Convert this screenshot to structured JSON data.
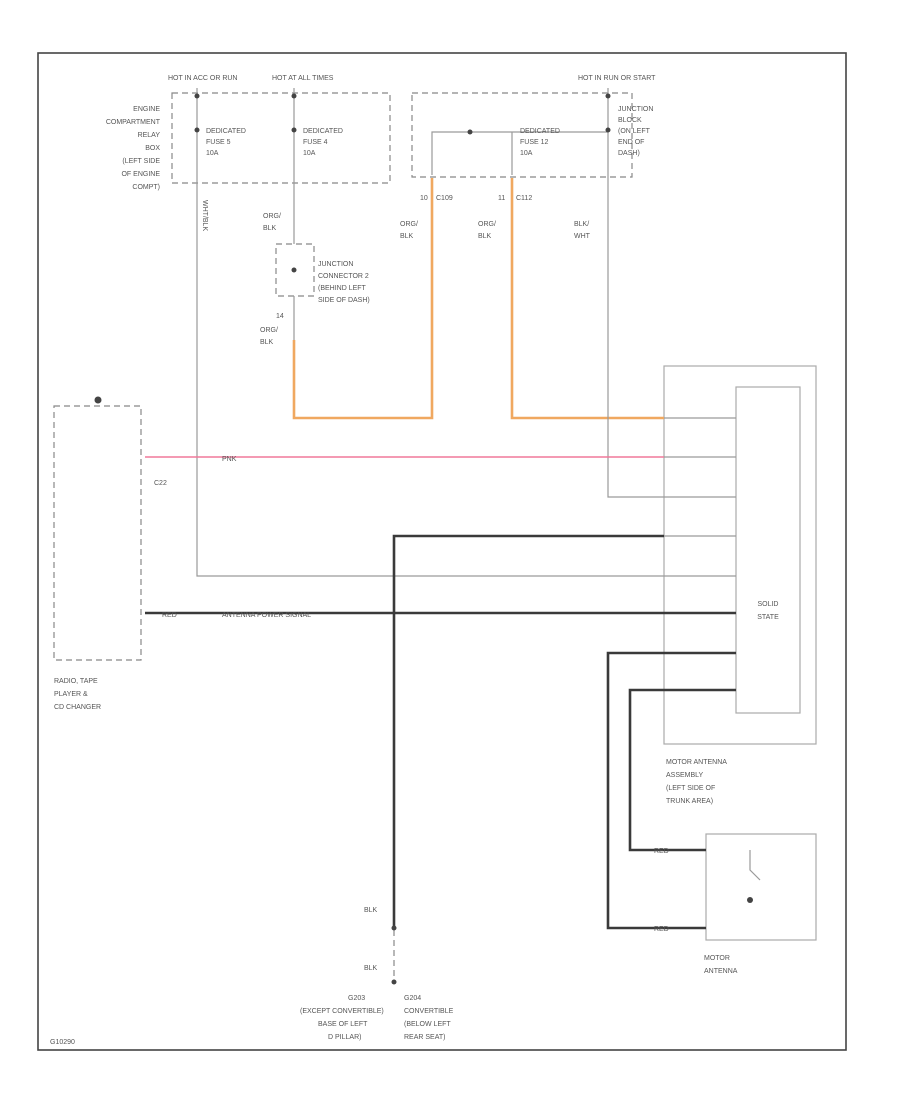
{
  "labels": {
    "hot_acc": "HOT IN ACC OR RUN",
    "hot_all": "HOT AT ALL TIMES",
    "hot_run": "HOT IN RUN OR START",
    "ecr_1": "ENGINE",
    "ecr_2": "COMPARTMENT",
    "ecr_3": "RELAY",
    "ecr_4": "BOX",
    "ecr_5": "(LEFT SIDE",
    "ecr_6": "OF ENGINE",
    "ecr_7": "COMPT)",
    "fuse5_1": "DEDICATED",
    "fuse5_2": "FUSE 5",
    "fuse5_3": "10A",
    "fuse4_1": "DEDICATED",
    "fuse4_2": "FUSE 4",
    "fuse4_3": "10A",
    "fuse12_1": "DEDICATED",
    "fuse12_2": "FUSE 12",
    "fuse12_3": "10A",
    "jb_1": "JUNCTION",
    "jb_2": "BLOCK",
    "jb_3": "(ON LEFT",
    "jb_4": "END OF",
    "jb_5": "DASH)",
    "wht_blk": "WHT/BLK",
    "org_blk_a1": "ORG/",
    "org_blk_a2": "BLK",
    "jc_1": "JUNCTION",
    "jc_2": "CONNECTOR 2",
    "jc_3": "(BEHIND LEFT",
    "jc_4": "SIDE OF DASH)",
    "org_blk_b1": "ORG/",
    "org_blk_b2": "BLK",
    "c109": "C109",
    "c112": "C112",
    "pin_10": "10",
    "pin_11": "11",
    "pin_14": "14",
    "org_blk_c1": "ORG/",
    "org_blk_c2": "BLK",
    "org_blk_d1": "ORG/",
    "org_blk_d2": "BLK",
    "blk_wht_1": "BLK/",
    "blk_wht_2": "WHT",
    "c22": "C22",
    "pnk": "PNK",
    "red": "RED",
    "antenna_signal": "ANTENNA POWER SIGNAL",
    "radio_1": "RADIO, TAPE",
    "radio_2": "PLAYER &",
    "radio_3": "CD CHANGER",
    "solid_1": "SOLID",
    "solid_2": "STATE",
    "mota_1": "MOTOR ANTENNA",
    "mota_2": "ASSEMBLY",
    "mota_3": "(LEFT SIDE OF",
    "mota_4": "TRUNK AREA)",
    "red_w1": "RED",
    "red_w2": "RED",
    "motor_1": "MOTOR",
    "motor_2": "ANTENNA",
    "blk_1": "BLK",
    "blk_2": "BLK",
    "g_1": "G203",
    "g_2": "G204",
    "g_exc_1": "(EXCEPT CONVERTIBLE)",
    "g_exc_2": "BASE OF LEFT",
    "g_exc_3": "D PILLAR)",
    "g_conv_1": "CONVERTIBLE",
    "g_conv_2": "(BELOW LEFT",
    "g_conv_3": "REAR SEAT)",
    "footer": "G10290"
  }
}
